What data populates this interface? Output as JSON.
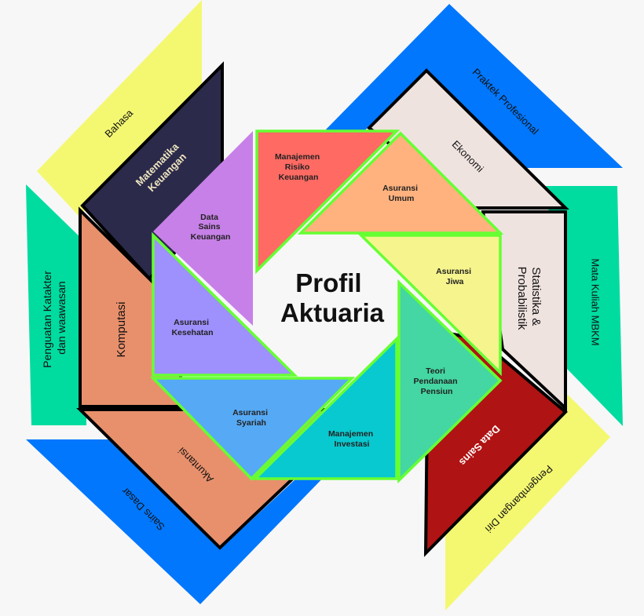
{
  "title": {
    "line1": "Profil",
    "line2": "Aktuaria"
  },
  "outer": {
    "bahasa": "Bahasa",
    "matematika": [
      "Matematika",
      "Keuangan"
    ],
    "komputasi": "Komputasi",
    "penguatan": [
      "Penguatan Katakter",
      "dan waawasan"
    ],
    "akuntansi": "Akuntansi",
    "sains_dasar": "Sains Dasar",
    "praktek": "Praktek Profesional",
    "ekonomi": "Ekonomi",
    "statistika": [
      "Statistika &",
      "Probabilistik"
    ],
    "mbkm": "Mata Kuliah MBKM",
    "data_sains": "Data Sains",
    "pengembangan": "Pengembangan Diri"
  },
  "inner": {
    "risiko": [
      "Manajemen",
      "Risiko",
      "Keuangan"
    ],
    "dsk": [
      "Data",
      "Sains",
      "Keuangan"
    ],
    "umum": [
      "Asuransi",
      "Umum"
    ],
    "jiwa": [
      "Asuransi",
      "Jiwa"
    ],
    "pensiun": [
      "Teori",
      "Pendanaan",
      "Pensiun"
    ],
    "investasi": [
      "Manajemen",
      "Investasi"
    ],
    "syariah": [
      "Asuransi",
      "Syariah"
    ],
    "kesehatan": [
      "Asuransi",
      "Kesehatan"
    ]
  },
  "colors": {
    "border": "#66ff33",
    "blue": "#0077fd",
    "yellow": "#f4f871",
    "green": "#00dca0"
  }
}
